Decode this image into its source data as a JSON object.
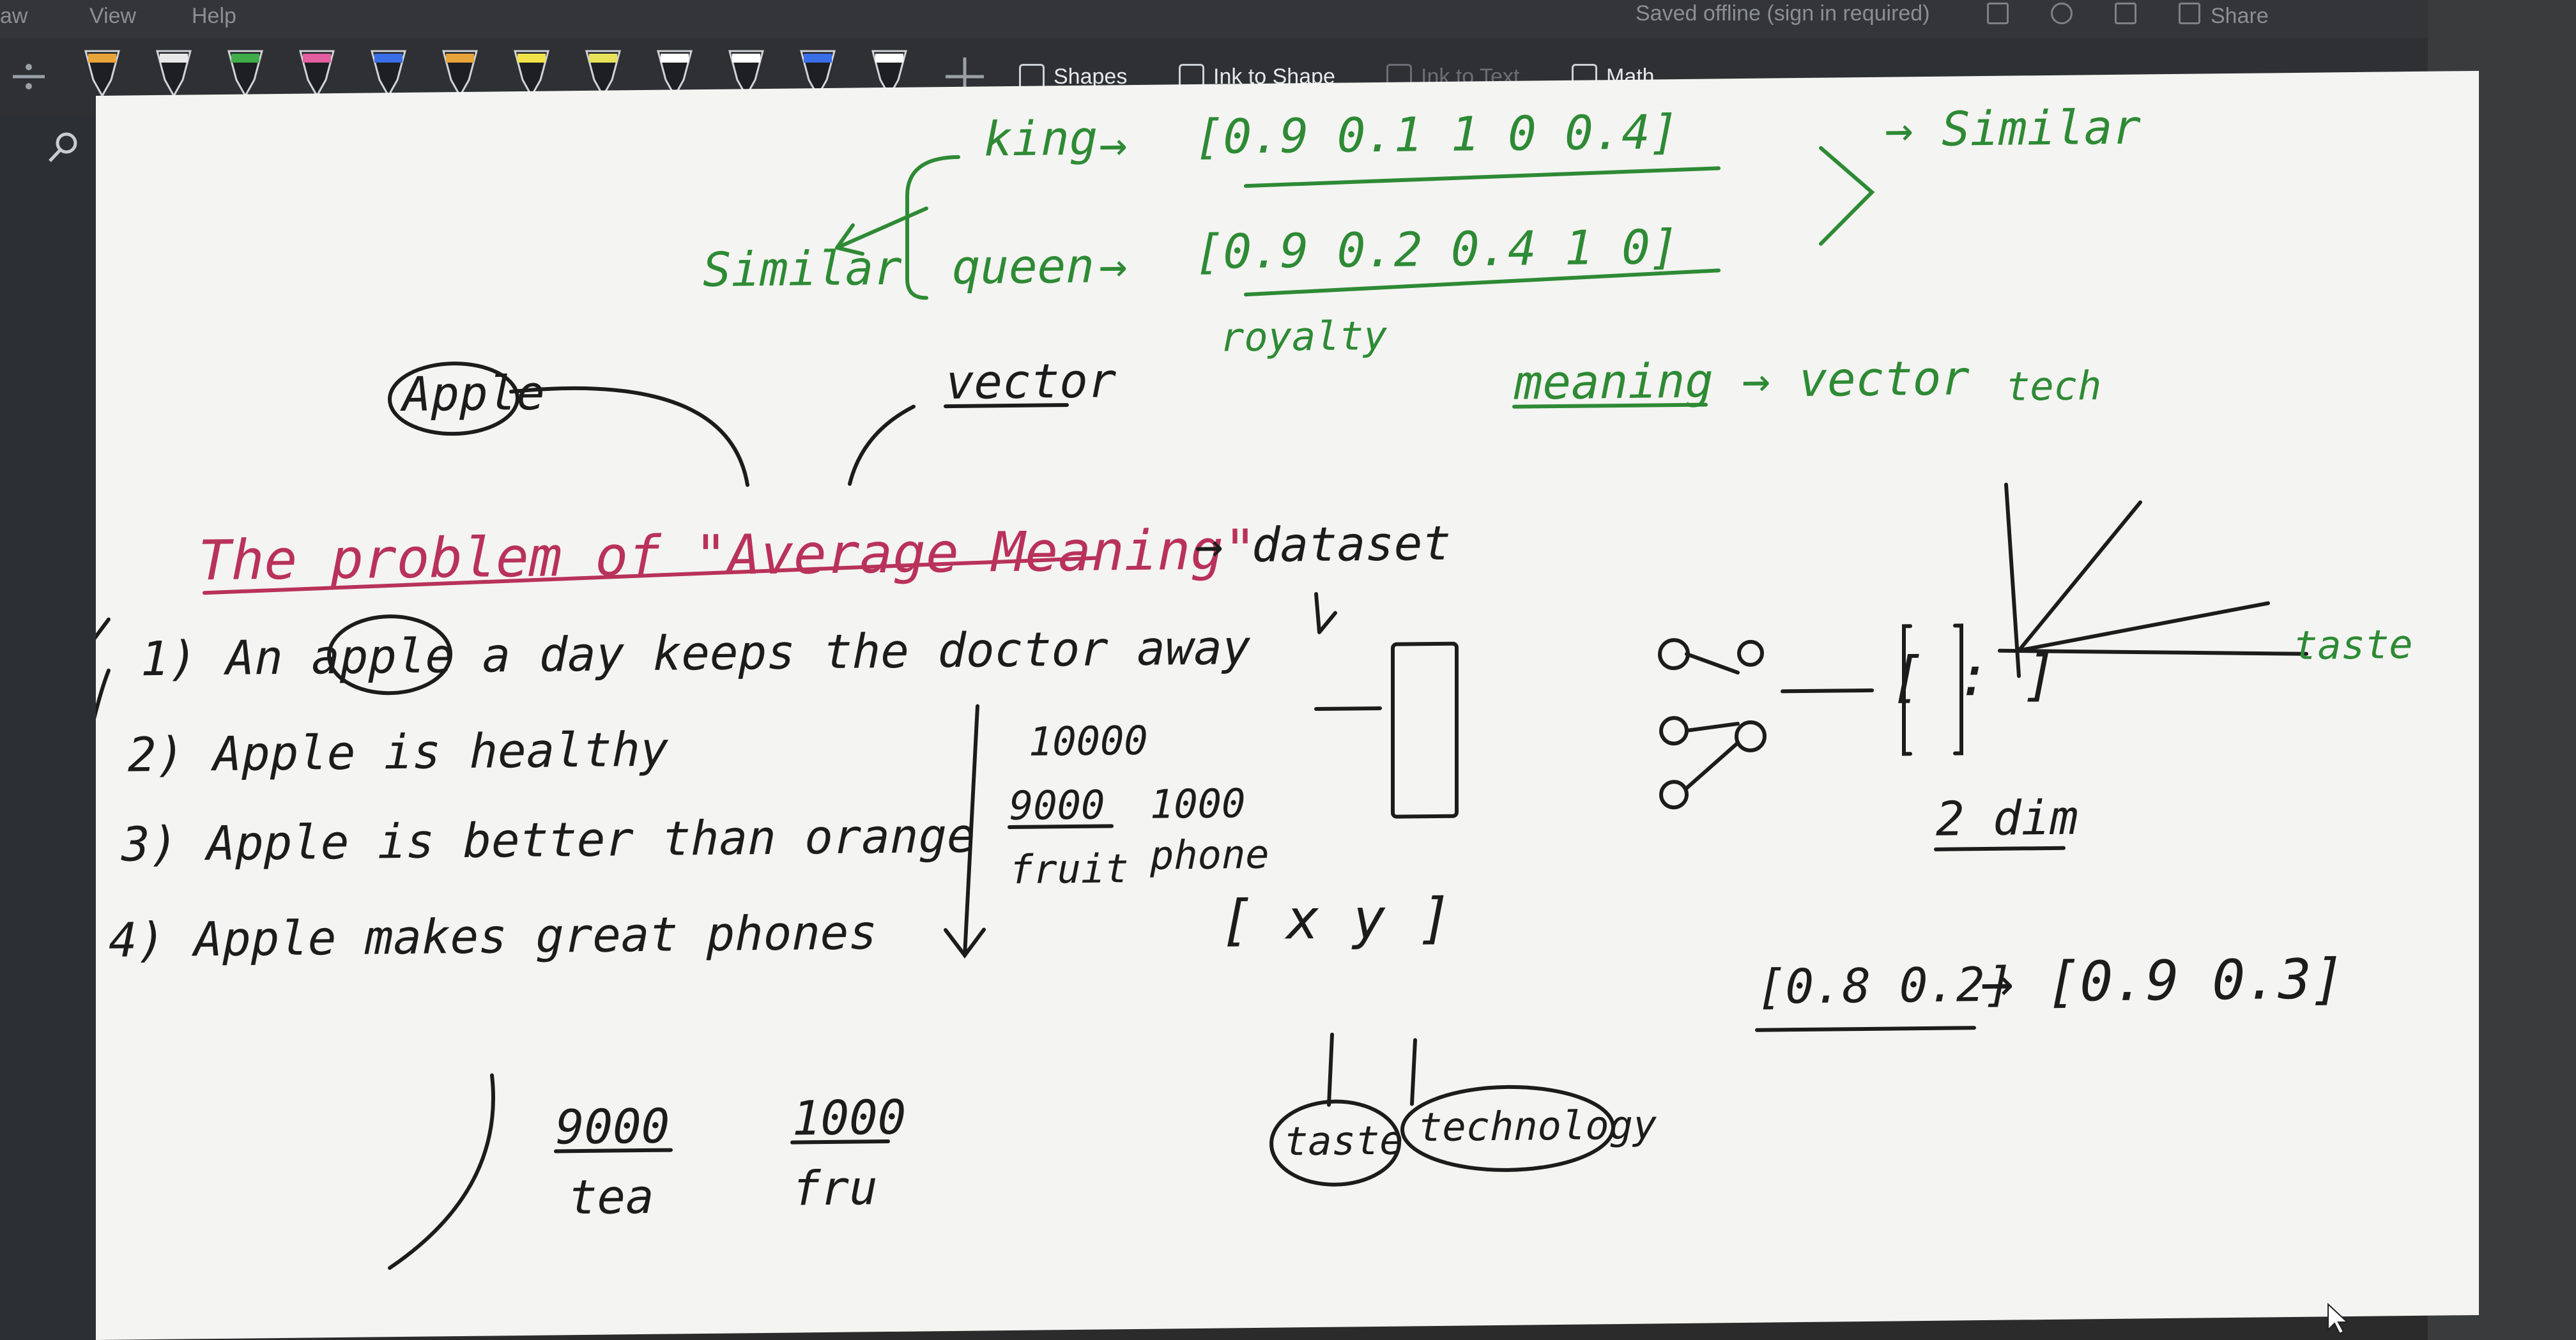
{
  "menubar": {
    "items": [
      "aw",
      "View",
      "Help"
    ],
    "status": "Saved offline (sign in required)",
    "share": "Share"
  },
  "toolbar": {
    "shapes_label": "Shapes",
    "ink_to_shape_label": "Ink to Shape",
    "ink_to_text_label": "Ink to Text",
    "math_label": "Math"
  },
  "pen_colors": [
    "#e8a33a",
    "#e8e8e8",
    "#3fae4a",
    "#e45fa0",
    "#3a6ee8",
    "#e8a33a",
    "#f2e24a",
    "#e8e25a",
    "#ffffff",
    "#ffffff",
    "#3a6ee8",
    "#ffffff"
  ],
  "colors": {
    "green_ink": "#2e8a35",
    "pink_ink": "#b8325a",
    "black_ink": "#1c1c1c"
  },
  "notes": {
    "king": "king",
    "king_vec": "[0.9   0.1   1   0   0.4]",
    "similar_right": "→ Similar",
    "similar_left": "Similar",
    "queen": "queen",
    "queen_vec": "[0.9   0.2   0.4   1   0]",
    "royalty": "royalty",
    "meaning_vector": "meaning → vector",
    "tech": "tech",
    "taste_axis": "taste",
    "apple_circle": "Apple",
    "vector": "vector",
    "problem_title": "The problem of \"Average Meaning\"",
    "dataset": "→ dataset",
    "s1": "1)  An  apple  a  day  keeps  the  doctor  away",
    "s2": "2)  Apple  is  healthy",
    "s3": "3)  Apple  is  better  than  orange",
    "s4": "4)  Apple  makes  great  phones",
    "n10000": "10000",
    "n9000": "9000",
    "fruit": "fruit",
    "n1000": "1000",
    "phone": "phone",
    "xy": "[ x   y ]",
    "taste_circle": "taste",
    "technology": "technology",
    "dim2": "2 dim",
    "vec_a": "[0.8   0.2]",
    "vec_b": "→ [0.9   0.3]",
    "b9000": "9000",
    "b1000": "1000",
    "tea": "tea",
    "fru": "fru",
    "dots": "[ : ]"
  }
}
